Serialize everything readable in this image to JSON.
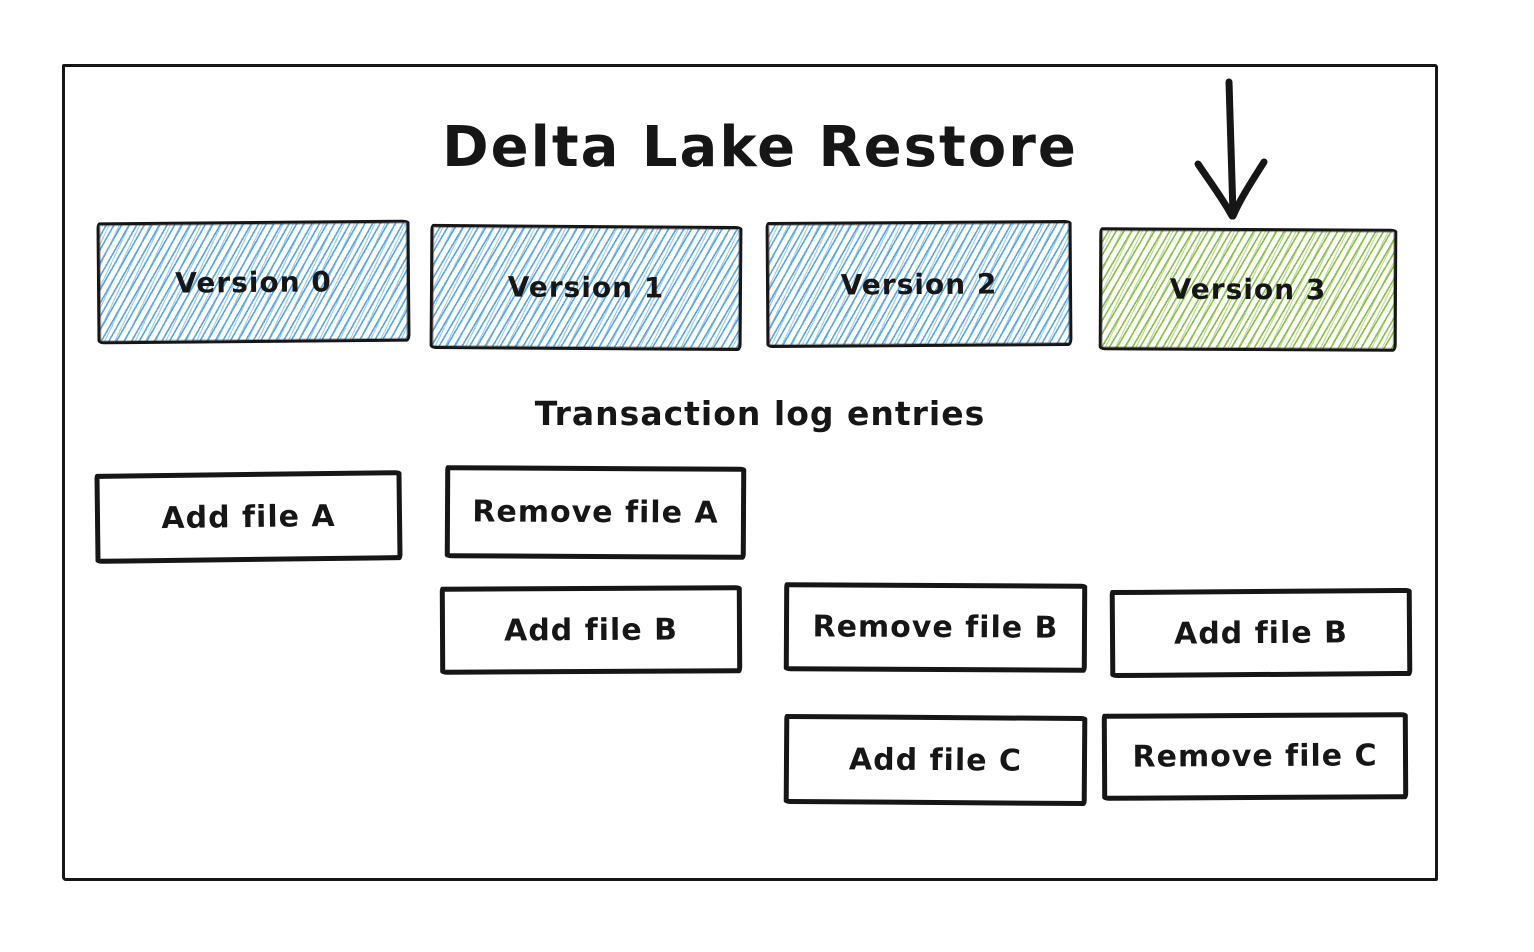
{
  "title": "Delta Lake Restore",
  "subtitle": "Transaction log entries",
  "versions": [
    {
      "label": "Version 0",
      "fill": "blue-hatch"
    },
    {
      "label": "Version 1",
      "fill": "blue-hatch"
    },
    {
      "label": "Version 2",
      "fill": "blue-hatch"
    },
    {
      "label": "Version 3",
      "fill": "green-hatch",
      "pointed_by_arrow": true
    }
  ],
  "log_entries": [
    {
      "label": "Add file A",
      "version": 0
    },
    {
      "label": "Remove file A",
      "version": 1
    },
    {
      "label": "Add file B",
      "version": 1
    },
    {
      "label": "Remove file B",
      "version": 2
    },
    {
      "label": "Add file C",
      "version": 2
    },
    {
      "label": "Add file B",
      "version": 3
    },
    {
      "label": "Remove file C",
      "version": 3
    }
  ],
  "icons": {
    "down_arrow": "↓"
  },
  "colors": {
    "stroke": "#161616",
    "blue_hatch": "#59a7e3",
    "green_hatch": "#8ac149",
    "bg": "#ffffff"
  }
}
